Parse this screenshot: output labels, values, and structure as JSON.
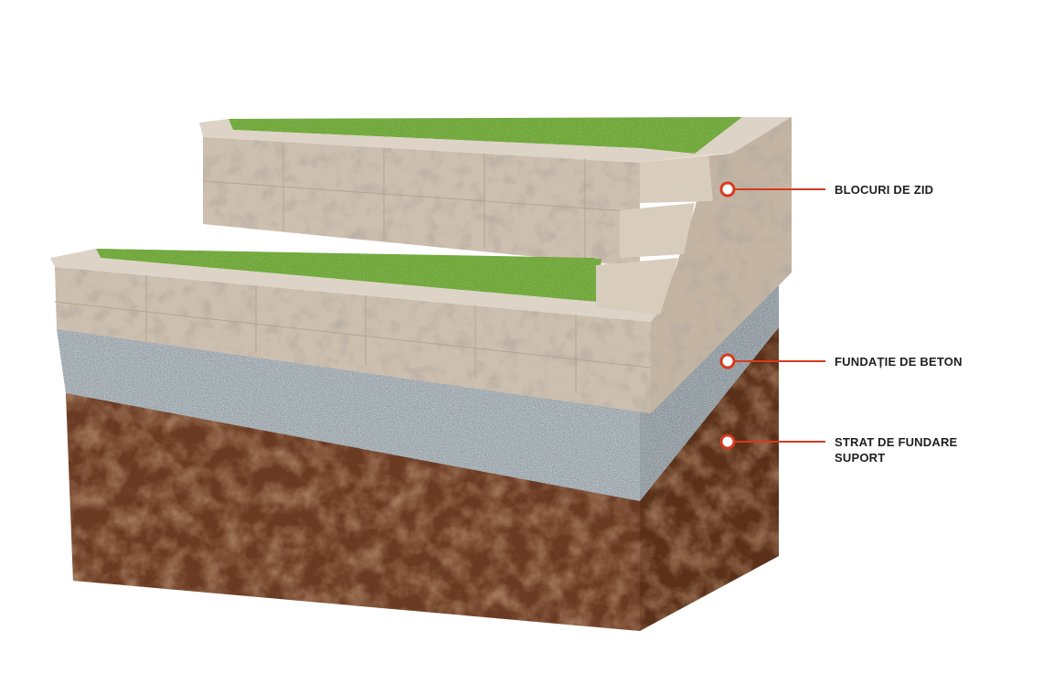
{
  "callouts": [
    {
      "id": "wall-blocks",
      "label": "BLOCURI DE ZID"
    },
    {
      "id": "concrete-foundation",
      "label": "FUNDAȚIE DE BETON"
    },
    {
      "id": "support-base",
      "label_line1": "STRAT DE FUNDARE",
      "label_line2": "SUPORT"
    }
  ],
  "colors": {
    "accent": "#d63a1f",
    "grass": "#6fa83a",
    "stone": "#cdbfaf",
    "concrete": "#9aa3a8",
    "soil": "#6b3a22"
  }
}
